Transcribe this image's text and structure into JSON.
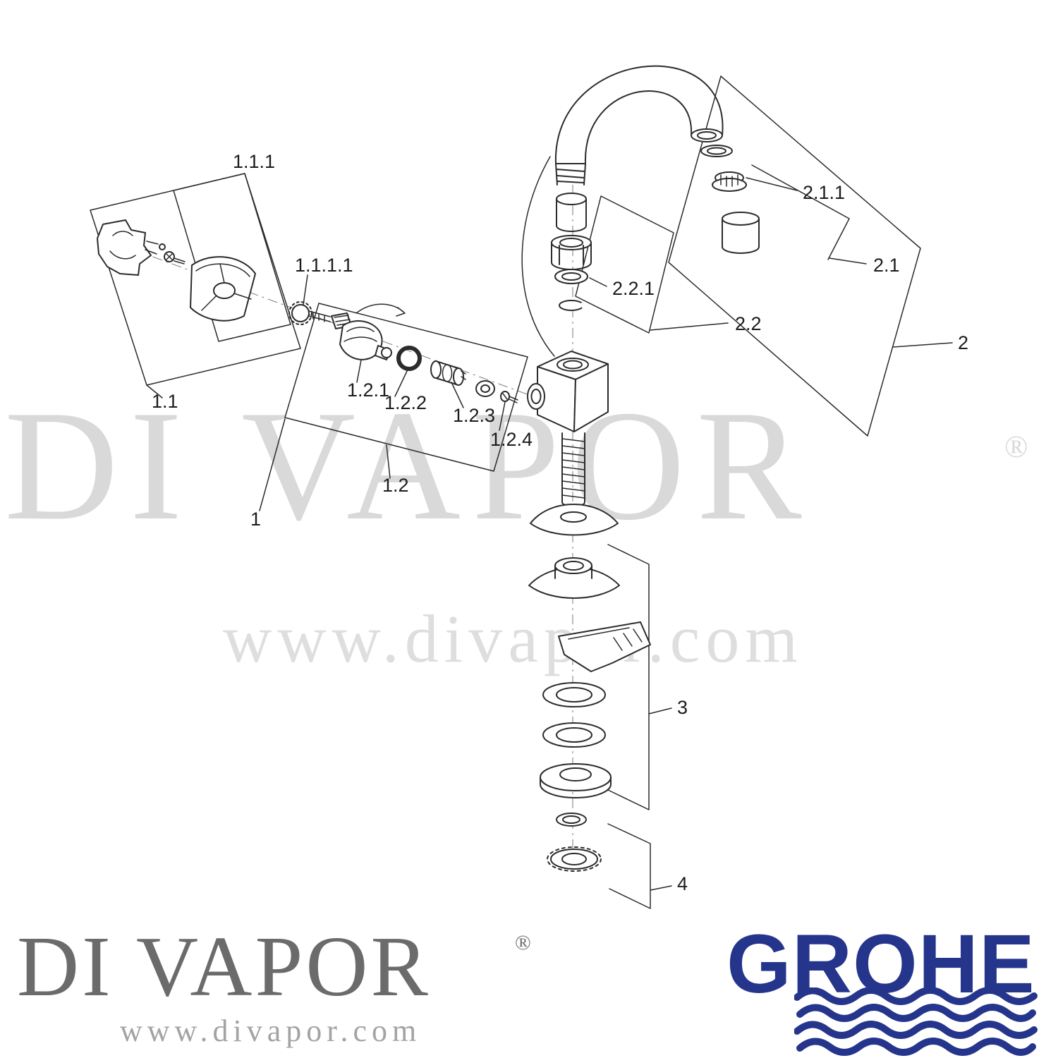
{
  "watermark": {
    "brand": "DI VAPOR",
    "registered": "®",
    "url": "www.divapor.com"
  },
  "footer": {
    "divapor": {
      "brand": "DI VAPOR",
      "registered": "®",
      "url": "www.divapor.com"
    },
    "grohe": {
      "brand": "GROHE"
    }
  },
  "colors": {
    "line": "#2b2b2b",
    "watermark_gray": "#d9d9d9",
    "divapor_gray": "#6b6b6b",
    "url_gray": "#a3a3a3",
    "grohe_blue": "#26358c"
  },
  "part_labels": [
    {
      "text": "1.1.1"
    },
    {
      "text": "1.1.1.1"
    },
    {
      "text": "1.1"
    },
    {
      "text": "1.2.1"
    },
    {
      "text": "1.2.2"
    },
    {
      "text": "1.2.3"
    },
    {
      "text": "1.2.4"
    },
    {
      "text": "1.2"
    },
    {
      "text": "1"
    },
    {
      "text": "2.1.1"
    },
    {
      "text": "2.1"
    },
    {
      "text": "2.2.1"
    },
    {
      "text": "2.2"
    },
    {
      "text": "2"
    },
    {
      "text": "3"
    },
    {
      "text": "4"
    }
  ]
}
